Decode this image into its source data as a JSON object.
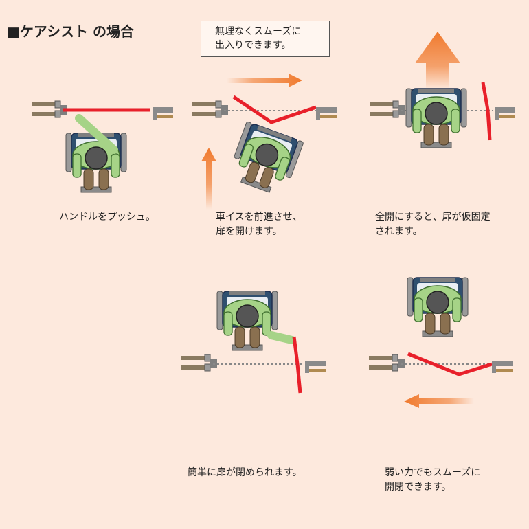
{
  "title": "■ケアシスト の場合",
  "note": {
    "line1": "無理なくスムーズに",
    "line2": "出入りできます。"
  },
  "steps": [
    {
      "line1": "ハンドルをプッシュ。",
      "line2": ""
    },
    {
      "line1": "車イスを前進させ、",
      "line2": "扉を開けます。"
    },
    {
      "line1": "全開にすると、扉が仮固定",
      "line2": "されます。"
    },
    {
      "line1": "簡単に扉が閉められます。",
      "line2": ""
    },
    {
      "line1": "弱い力でもスムーズに",
      "line2": "開閉できます。"
    }
  ],
  "colors": {
    "background": "#fde9dd",
    "door": "#e8202a",
    "arrow": "#f07a2e",
    "shirt": "#a6d387",
    "hair": "#555555",
    "chair": "#2f4f6f",
    "frame": "#8a8a8a"
  }
}
